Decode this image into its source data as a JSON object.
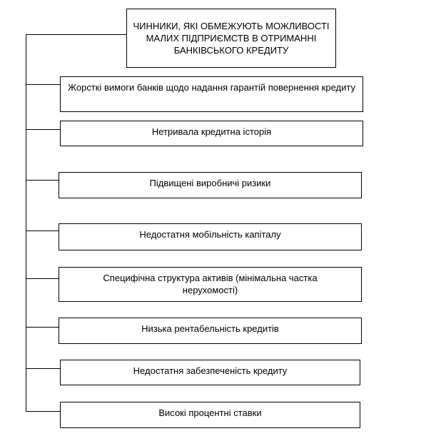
{
  "title": "ЧИННИКИ, ЯКІ ОБМЕЖУЮТЬ МОЖЛИВОСТІ МАЛИХ ПІДПРИЄМСТВ В ОТРИМАННІ БАНКІВСЬКОГО КРЕДИТУ",
  "items": [
    {
      "label": "Жорсткі вимоги банків щодо надання гарантій повернення кредиту"
    },
    {
      "label": "Нетривала кредитна історія"
    },
    {
      "label": "Підвищені виробничі ризики"
    },
    {
      "label": "Недостатня мобільність капіталу"
    },
    {
      "label": "Специфічна структура активів (мінімальна частка нерухомості)"
    },
    {
      "label": "Низька рентабельність кредитів"
    },
    {
      "label": "Недостатня забезпеченість кредиту"
    },
    {
      "label": "Високі процентні ставки"
    }
  ]
}
